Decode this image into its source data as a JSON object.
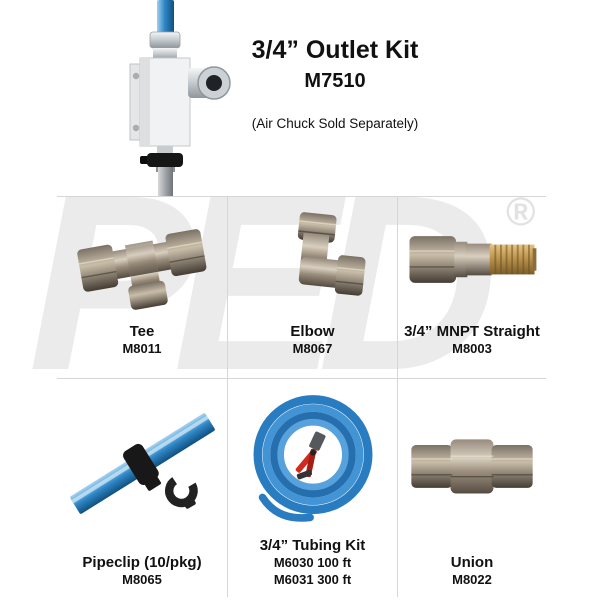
{
  "header": {
    "title": "3/4” Outlet Kit",
    "model": "M7510",
    "note": "(Air Chuck Sold Separately)"
  },
  "watermark": {
    "text": "PED",
    "reg": "®"
  },
  "products": [
    {
      "name": "Tee",
      "model": "M8011"
    },
    {
      "name": "Elbow",
      "model": "M8067"
    },
    {
      "name": "3/4” MNPT Straight",
      "model": "M8003"
    },
    {
      "name": "Pipeclip (10/pkg)",
      "model": "M8065"
    },
    {
      "name": "3/4” Tubing Kit",
      "model": "M6030 100 ft",
      "model2": "M6031 300 ft"
    },
    {
      "name": "Union",
      "model": "M8022"
    }
  ]
}
